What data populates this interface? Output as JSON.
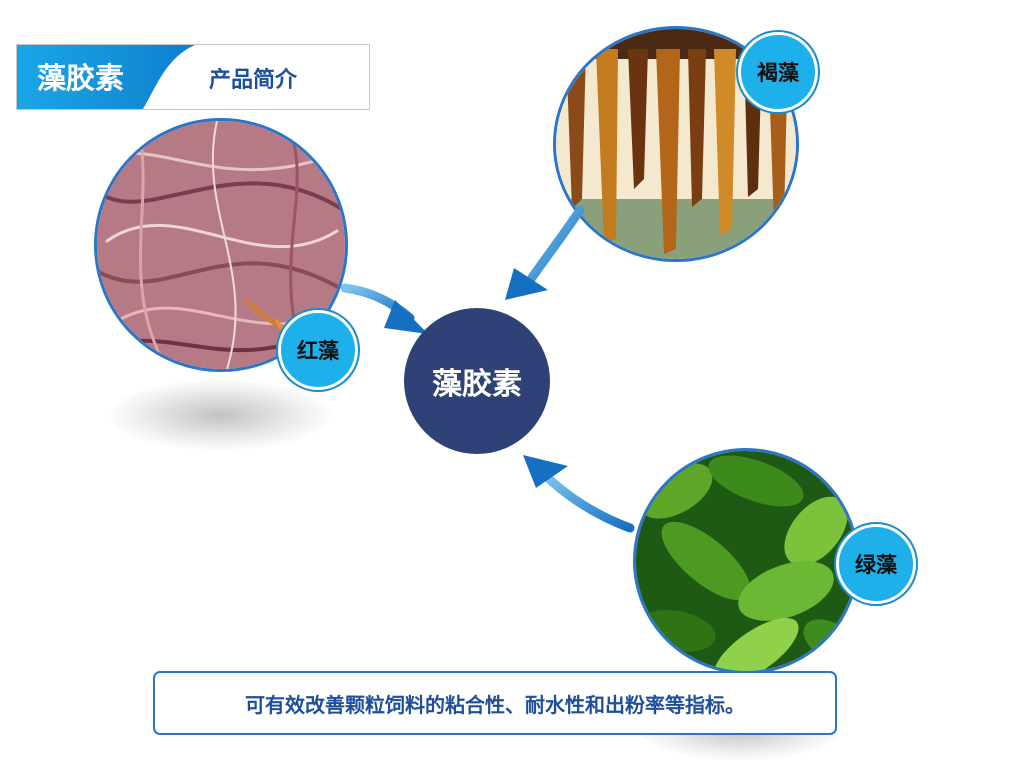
{
  "header": {
    "title": "藻胶素",
    "subtitle": "产品简介"
  },
  "center_label": "藻胶素",
  "sources": [
    {
      "label": "红藻",
      "image": "red-algae-photo"
    },
    {
      "label": "褐藻",
      "image": "brown-algae-photo"
    },
    {
      "label": "绿藻",
      "image": "green-algae-photo"
    }
  ],
  "note": "可有效改善颗粒饲料的粘合性、耐水性和出粉率等指标。",
  "colors": {
    "accent": "#1eb0ea",
    "center": "#2e4277",
    "text_blue": "#1e4f9c",
    "border": "#2a76c8"
  }
}
